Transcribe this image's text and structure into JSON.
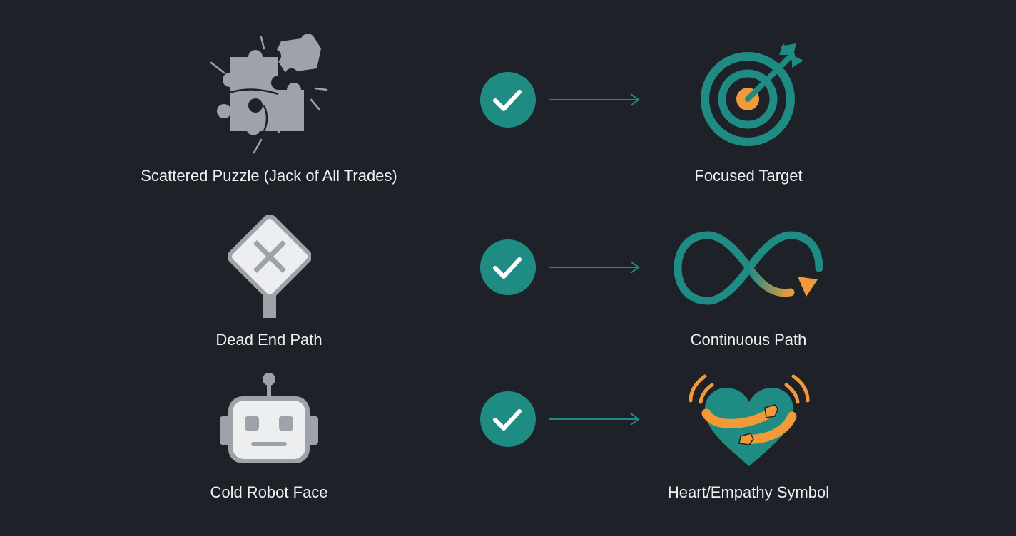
{
  "rows": [
    {
      "from_label": "Scattered Puzzle (Jack of All Trades)",
      "to_label": "Focused Target"
    },
    {
      "from_label": "Dead End Path",
      "to_label": "Continuous Path"
    },
    {
      "from_label": "Cold Robot Face",
      "to_label": "Heart/Empathy Symbol"
    }
  ],
  "icons": {
    "row1_from": "puzzle-pieces-icon",
    "row1_to": "bullseye-target-icon",
    "row2_from": "dead-end-sign-icon",
    "row2_to": "infinity-loop-icon",
    "row3_from": "robot-face-icon",
    "row3_to": "heart-hug-icon",
    "connector": "check-circle-icon"
  },
  "colors": {
    "background": "#1e2127",
    "teal": "#1f8c84",
    "orange": "#f29a3a",
    "gray": "#9ea3aa",
    "text": "#eef0f2"
  }
}
